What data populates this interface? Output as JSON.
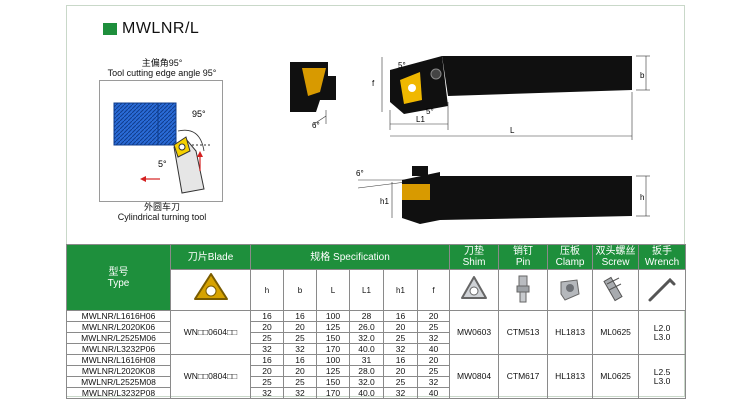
{
  "title": "MWLNR/L",
  "angle": {
    "cn": "主偏角95°",
    "en": "Tool cutting edge angle 95°"
  },
  "turning": {
    "cn": "外圆车刀",
    "en": "Cylindrical turning tool"
  },
  "diagram_labels": {
    "angle95": "95°",
    "angle5": "5°",
    "f": "f",
    "L1": "L1",
    "L": "L",
    "b": "b",
    "h": "h",
    "h1": "h1",
    "angle6": "6°",
    "arrow_up": "↑",
    "arrow_left": "←"
  },
  "table": {
    "headers": {
      "type_cn": "型号",
      "type_en": "Type",
      "blade": "刀片Blade",
      "spec": "规格 Specification",
      "shim_cn": "刀垫",
      "shim_en": "Shim",
      "pin_cn": "销钉",
      "pin_en": "Pin",
      "clamp_cn": "压板",
      "clamp_en": "Clamp",
      "screw_cn": "双头螺丝",
      "screw_en": "Screw",
      "wrench_cn": "扳手",
      "wrench_en": "Wrench"
    },
    "spec_cols": [
      "h",
      "b",
      "L",
      "L1",
      "h1",
      "f"
    ],
    "groups": [
      {
        "blade": "WN□□0604□□",
        "shim": "MW0603",
        "pin": "CTM513",
        "clamp": "HL1813",
        "screw": "ML0625",
        "wrench1": "L2.0",
        "wrench2": "L3.0",
        "rows": [
          {
            "type": "MWLNR/L1616H06",
            "h": "16",
            "b": "16",
            "L": "100",
            "L1": "28",
            "h1": "16",
            "f": "20"
          },
          {
            "type": "MWLNR/L2020K06",
            "h": "20",
            "b": "20",
            "L": "125",
            "L1": "26.0",
            "h1": "20",
            "f": "25"
          },
          {
            "type": "MWLNR/L2525M06",
            "h": "25",
            "b": "25",
            "L": "150",
            "L1": "32.0",
            "h1": "25",
            "f": "32"
          },
          {
            "type": "MWLNR/L3232P06",
            "h": "32",
            "b": "32",
            "L": "170",
            "L1": "40.0",
            "h1": "32",
            "f": "40"
          }
        ]
      },
      {
        "blade": "WN□□0804□□",
        "shim": "MW0804",
        "pin": "CTM617",
        "clamp": "HL1813",
        "screw": "ML0625",
        "wrench1": "L2.5",
        "wrench2": "L3.0",
        "rows": [
          {
            "type": "MWLNR/L1616H08",
            "h": "16",
            "b": "16",
            "L": "100",
            "L1": "31",
            "h1": "16",
            "f": "20"
          },
          {
            "type": "MWLNR/L2020K08",
            "h": "20",
            "b": "20",
            "L": "125",
            "L1": "28.0",
            "h1": "20",
            "f": "25"
          },
          {
            "type": "MWLNR/L2525M08",
            "h": "25",
            "b": "25",
            "L": "150",
            "L1": "32.0",
            "h1": "25",
            "f": "32"
          },
          {
            "type": "MWLNR/L3232P08",
            "h": "32",
            "b": "32",
            "L": "170",
            "L1": "40.0",
            "h1": "32",
            "f": "40"
          }
        ]
      }
    ]
  }
}
